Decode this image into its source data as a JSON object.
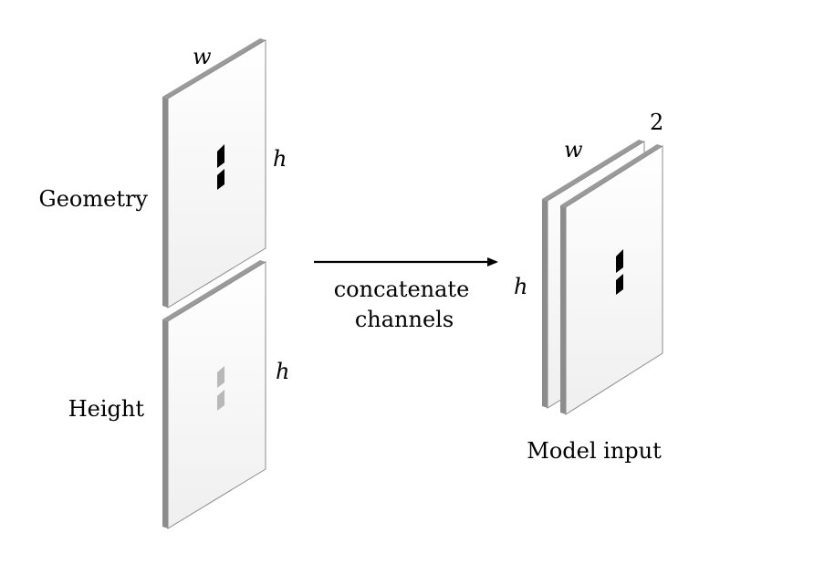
{
  "diagram": {
    "left_stack": {
      "geometry_label": "Geometry",
      "height_label": "Height",
      "width_symbol": "w",
      "height_symbol_top": "h",
      "height_symbol_bottom": "h"
    },
    "arrow": {
      "line1": "concatenate",
      "line2": "channels"
    },
    "right_stack": {
      "channel_count": "2",
      "width_symbol": "w",
      "height_symbol": "h",
      "caption": "Model input"
    }
  },
  "colors": {
    "panel_edge": "#8c8c8c",
    "panel_face_top": "#ffffff",
    "panel_face_bottom": "#f0f0f0",
    "geometry_mark": "#000000",
    "height_mark": "#b8b8b8"
  }
}
